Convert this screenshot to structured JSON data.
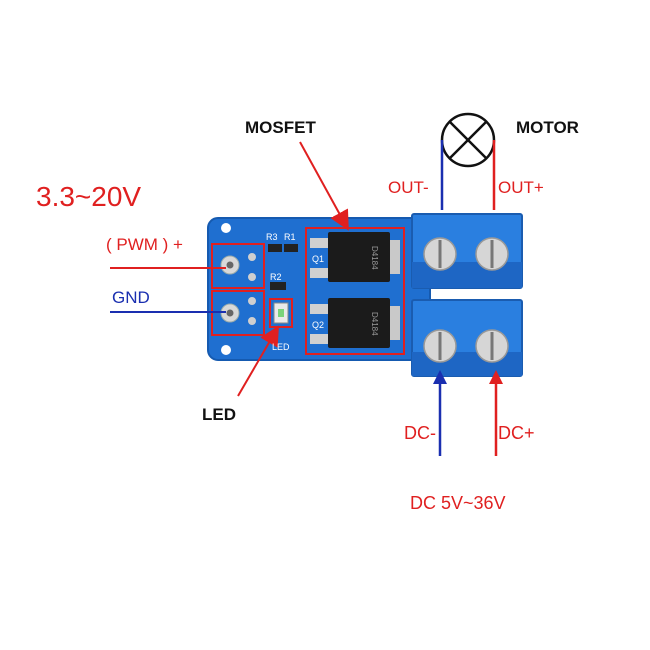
{
  "labels": {
    "voltage_input": "3.3~20V",
    "pwm": "( PWM ) +",
    "gnd": "GND",
    "mosfet": "MOSFET",
    "motor": "MOTOR",
    "out_minus": "OUT-",
    "out_plus": "OUT+",
    "led": "LED",
    "dc_minus": "DC-",
    "dc_plus": "DC+",
    "dc_range": "DC 5V~36V"
  },
  "silkscreen": {
    "r3": "R3",
    "r1": "R1",
    "r2": "R2",
    "q1": "Q1",
    "q2": "Q2",
    "led": "LED",
    "chip_text": "D4184"
  },
  "colors": {
    "pcb": "#1f6fd0",
    "terminal": "#2a7fe0",
    "highlight": "#e02020",
    "wire_blue": "#1a2fb0",
    "text_red": "#e02020"
  }
}
